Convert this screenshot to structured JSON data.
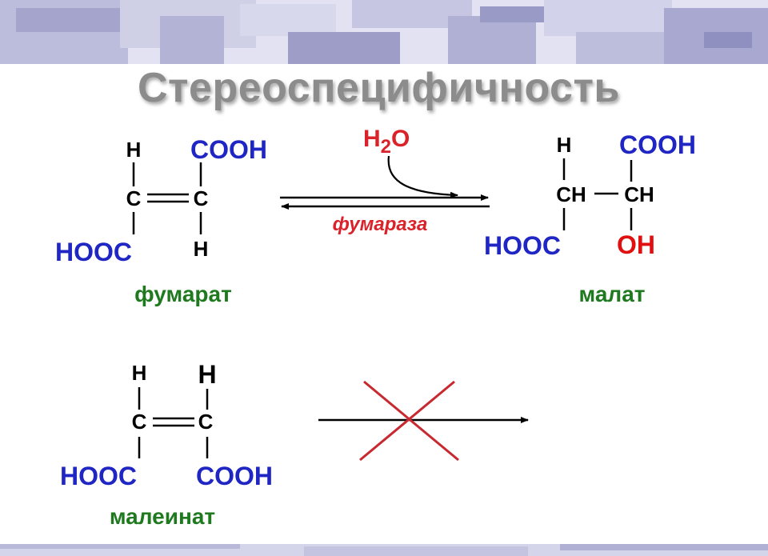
{
  "colors": {
    "acid_group": "#1f26c4",
    "hydroxyl": "#e01010",
    "water": "#d9222a",
    "compound_name": "#1f7a1f",
    "enzyme": "#d9222a",
    "cross": "#c8282f",
    "title": "#8c8c8c"
  },
  "title": "Стереоспецифичность",
  "reaction1": {
    "fumarate": {
      "h_top": "H",
      "c_left": "C",
      "c_right": "C",
      "h_bottom": "H",
      "cooh": "COOH",
      "hooc": "HOOC",
      "name": "фумарат"
    },
    "reagent": {
      "h": "H",
      "subscript": "2",
      "o": "O"
    },
    "enzyme": "фумараза",
    "malate": {
      "h_top": "H",
      "ch_left": "CH",
      "ch_right": "CH",
      "cooh": "COOH",
      "hooc": "HOOC",
      "oh": "OH",
      "name": "малат"
    }
  },
  "reaction2": {
    "maleate": {
      "h_left": "H",
      "h_right": "H",
      "c_left": "C",
      "c_right": "C",
      "hooc": "HOOC",
      "cooh": "COOH",
      "name": "малеинат"
    }
  }
}
